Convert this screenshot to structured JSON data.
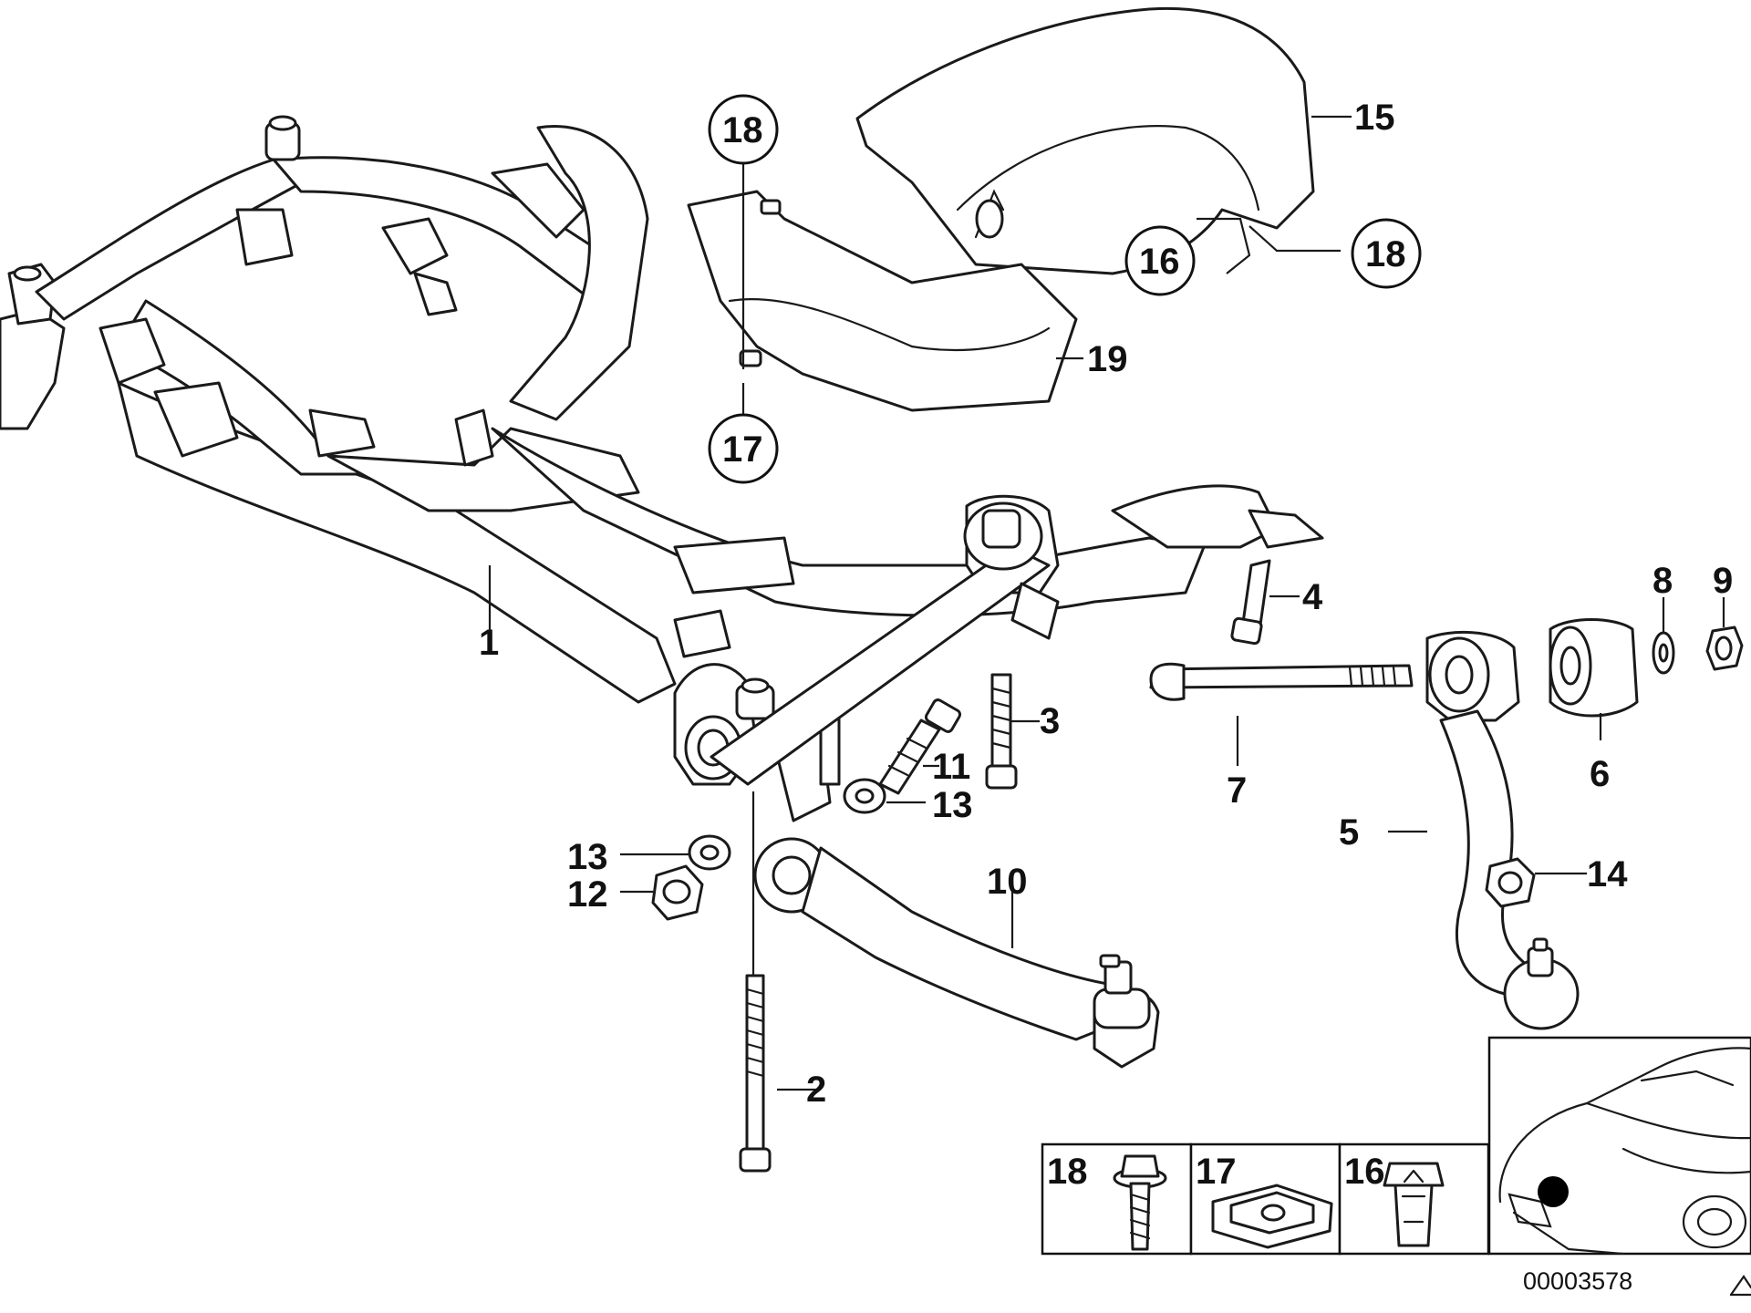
{
  "callouts": {
    "c1": "1",
    "c2": "2",
    "c3": "3",
    "c4": "4",
    "c5": "5",
    "c6": "6",
    "c7": "7",
    "c8": "8",
    "c9": "9",
    "c10": "10",
    "c11": "11",
    "c12": "12",
    "c13a": "13",
    "c13b": "13",
    "c14": "14",
    "c15": "15",
    "c16": "16",
    "c17": "17",
    "c18a": "18",
    "c18b": "18",
    "c19": "19"
  },
  "legend_boxes": {
    "b18": "18",
    "b17": "17",
    "b16": "16"
  },
  "diagram_code": "00003578",
  "icons": {
    "vehicle_thumbnail": "car-location-icon",
    "corner_mark": "warning-triangle-icon"
  },
  "colors": {
    "ink": "#1a1a1a",
    "paper": "#ffffff"
  }
}
